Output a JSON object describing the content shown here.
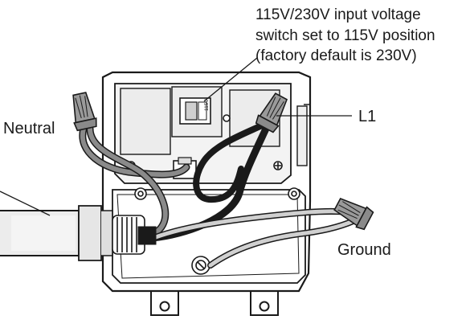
{
  "callouts": {
    "switch_note": [
      "115V/230V input voltage",
      "switch set to 115V position",
      "(factory default is 230V)"
    ],
    "l1": "L1",
    "neutral": "Neutral",
    "ground": "Ground"
  },
  "switch": {
    "text": "115V"
  },
  "colors": {
    "outline": "#1a1a1a",
    "housing": "#ffffff",
    "panel_shade": "#e9e9e9",
    "neutral_wire": "#8a8a8a",
    "hot_wire": "#1b1b1b",
    "ground_wire": "#c9c9c9",
    "wire_nut": "#9a9a9a"
  },
  "icons": [
    "wire-nut-icon",
    "screw-icon",
    "conduit-icon",
    "rocker-switch-icon"
  ]
}
